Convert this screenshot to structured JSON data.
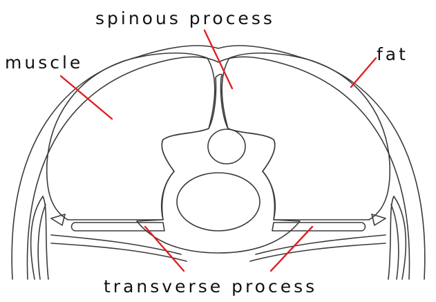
{
  "labels": {
    "spinous_process": "spinous process",
    "muscle": "muscle",
    "fat": "fat",
    "transverse_process": "transverse process"
  },
  "colors": {
    "outline": "#3a3a3a",
    "leader": "#e02020",
    "text": "#111111",
    "background": "#ffffff"
  }
}
